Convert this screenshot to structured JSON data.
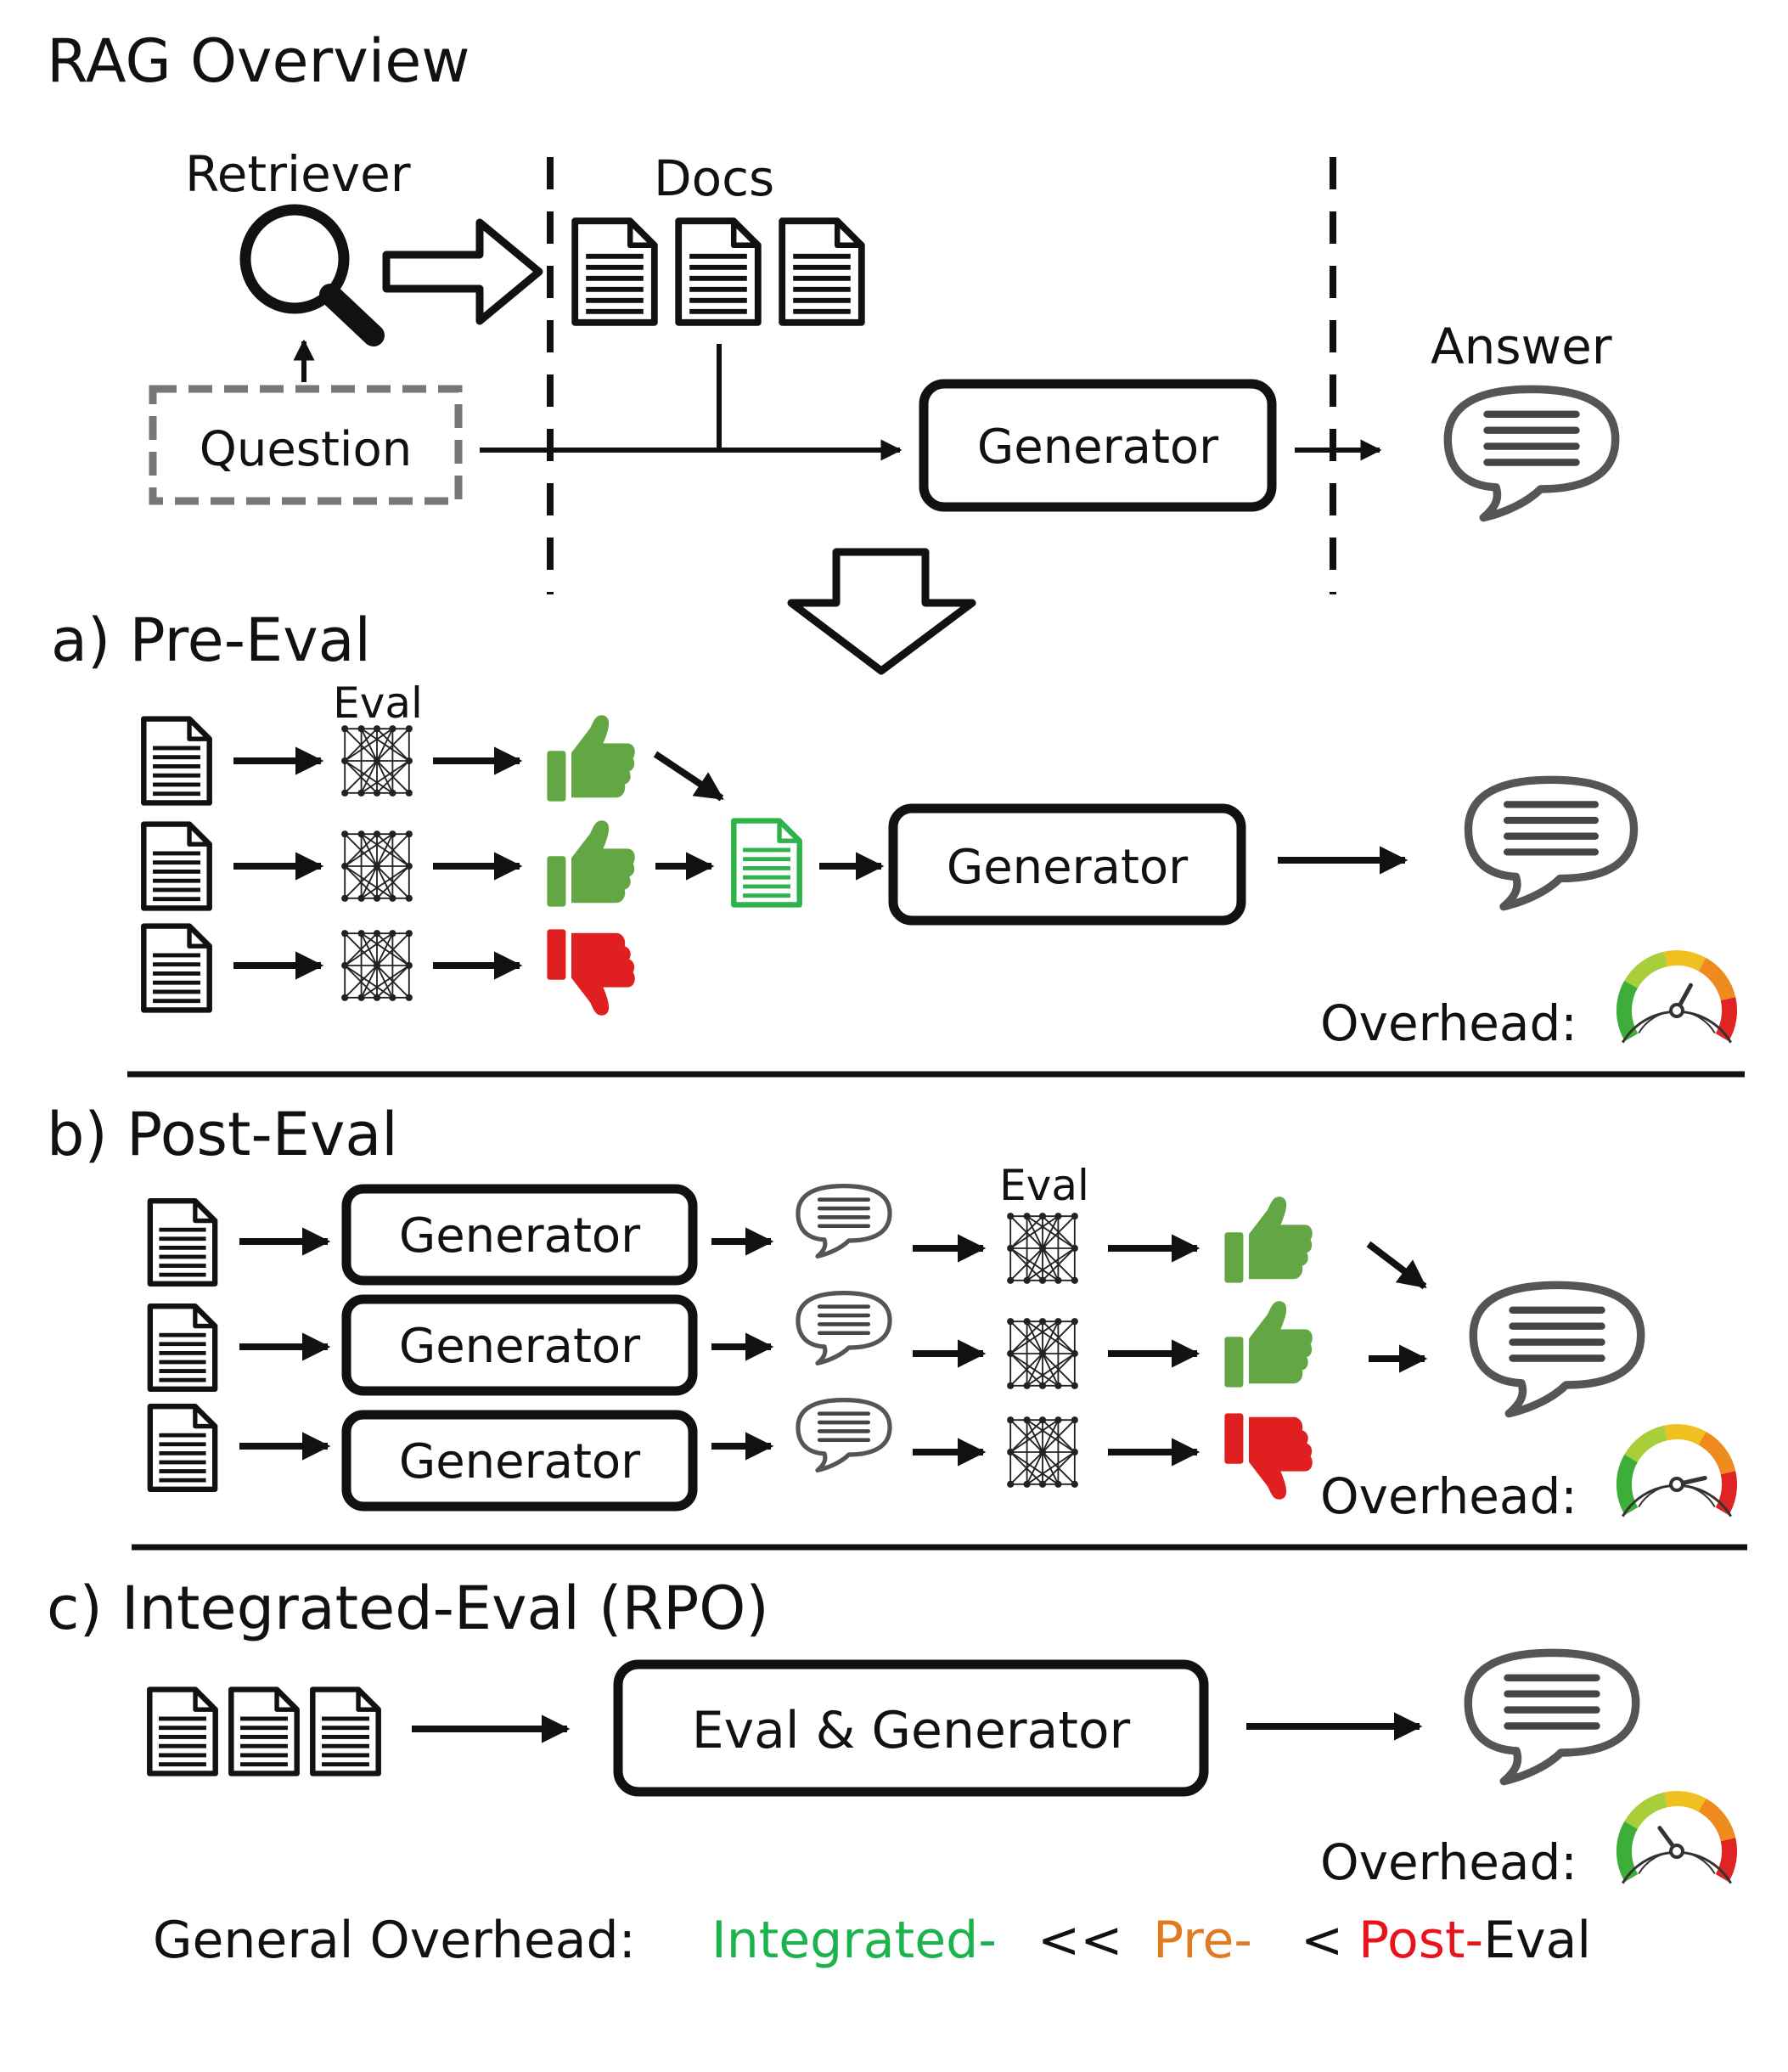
{
  "title": "RAG Overview",
  "overview": {
    "retriever_label": "Retriever",
    "docs_label": "Docs",
    "answer_label": "Answer",
    "question_label": "Question",
    "generator_label": "Generator"
  },
  "pre_eval": {
    "heading": "a) Pre-Eval",
    "eval_label": "Eval",
    "generator_label": "Generator",
    "overhead_label": "Overhead:",
    "overhead_level": 0.62
  },
  "post_eval": {
    "heading": "b) Post-Eval",
    "eval_label": "Eval",
    "generator_labels": [
      "Generator",
      "Generator",
      "Generator"
    ],
    "overhead_label": "Overhead:",
    "overhead_level": 0.82
  },
  "integrated_eval": {
    "heading": "c) Integrated-Eval (RPO)",
    "box_label": "Eval & Generator",
    "overhead_label": "Overhead:",
    "overhead_level": 0.35
  },
  "summary": {
    "prefix": "General Overhead:",
    "integrated": "Integrated-",
    "op1": "<<",
    "pre": "Pre-",
    "op2": "<",
    "post": "Post-",
    "suffix": "Eval"
  },
  "colors": {
    "good": "#62a744",
    "bad": "#e02020",
    "selected_doc": "#2db34a",
    "integrated_text": "#1db34c",
    "pre_text": "#e07b22",
    "post_text": "#e8141c",
    "question_border": "#777777"
  },
  "icons": [
    "search-icon",
    "document-icon",
    "neural-net-icon",
    "thumbs-up-icon",
    "thumbs-down-icon",
    "speech-bubble-icon",
    "gauge-icon",
    "hollow-arrow-icon"
  ]
}
